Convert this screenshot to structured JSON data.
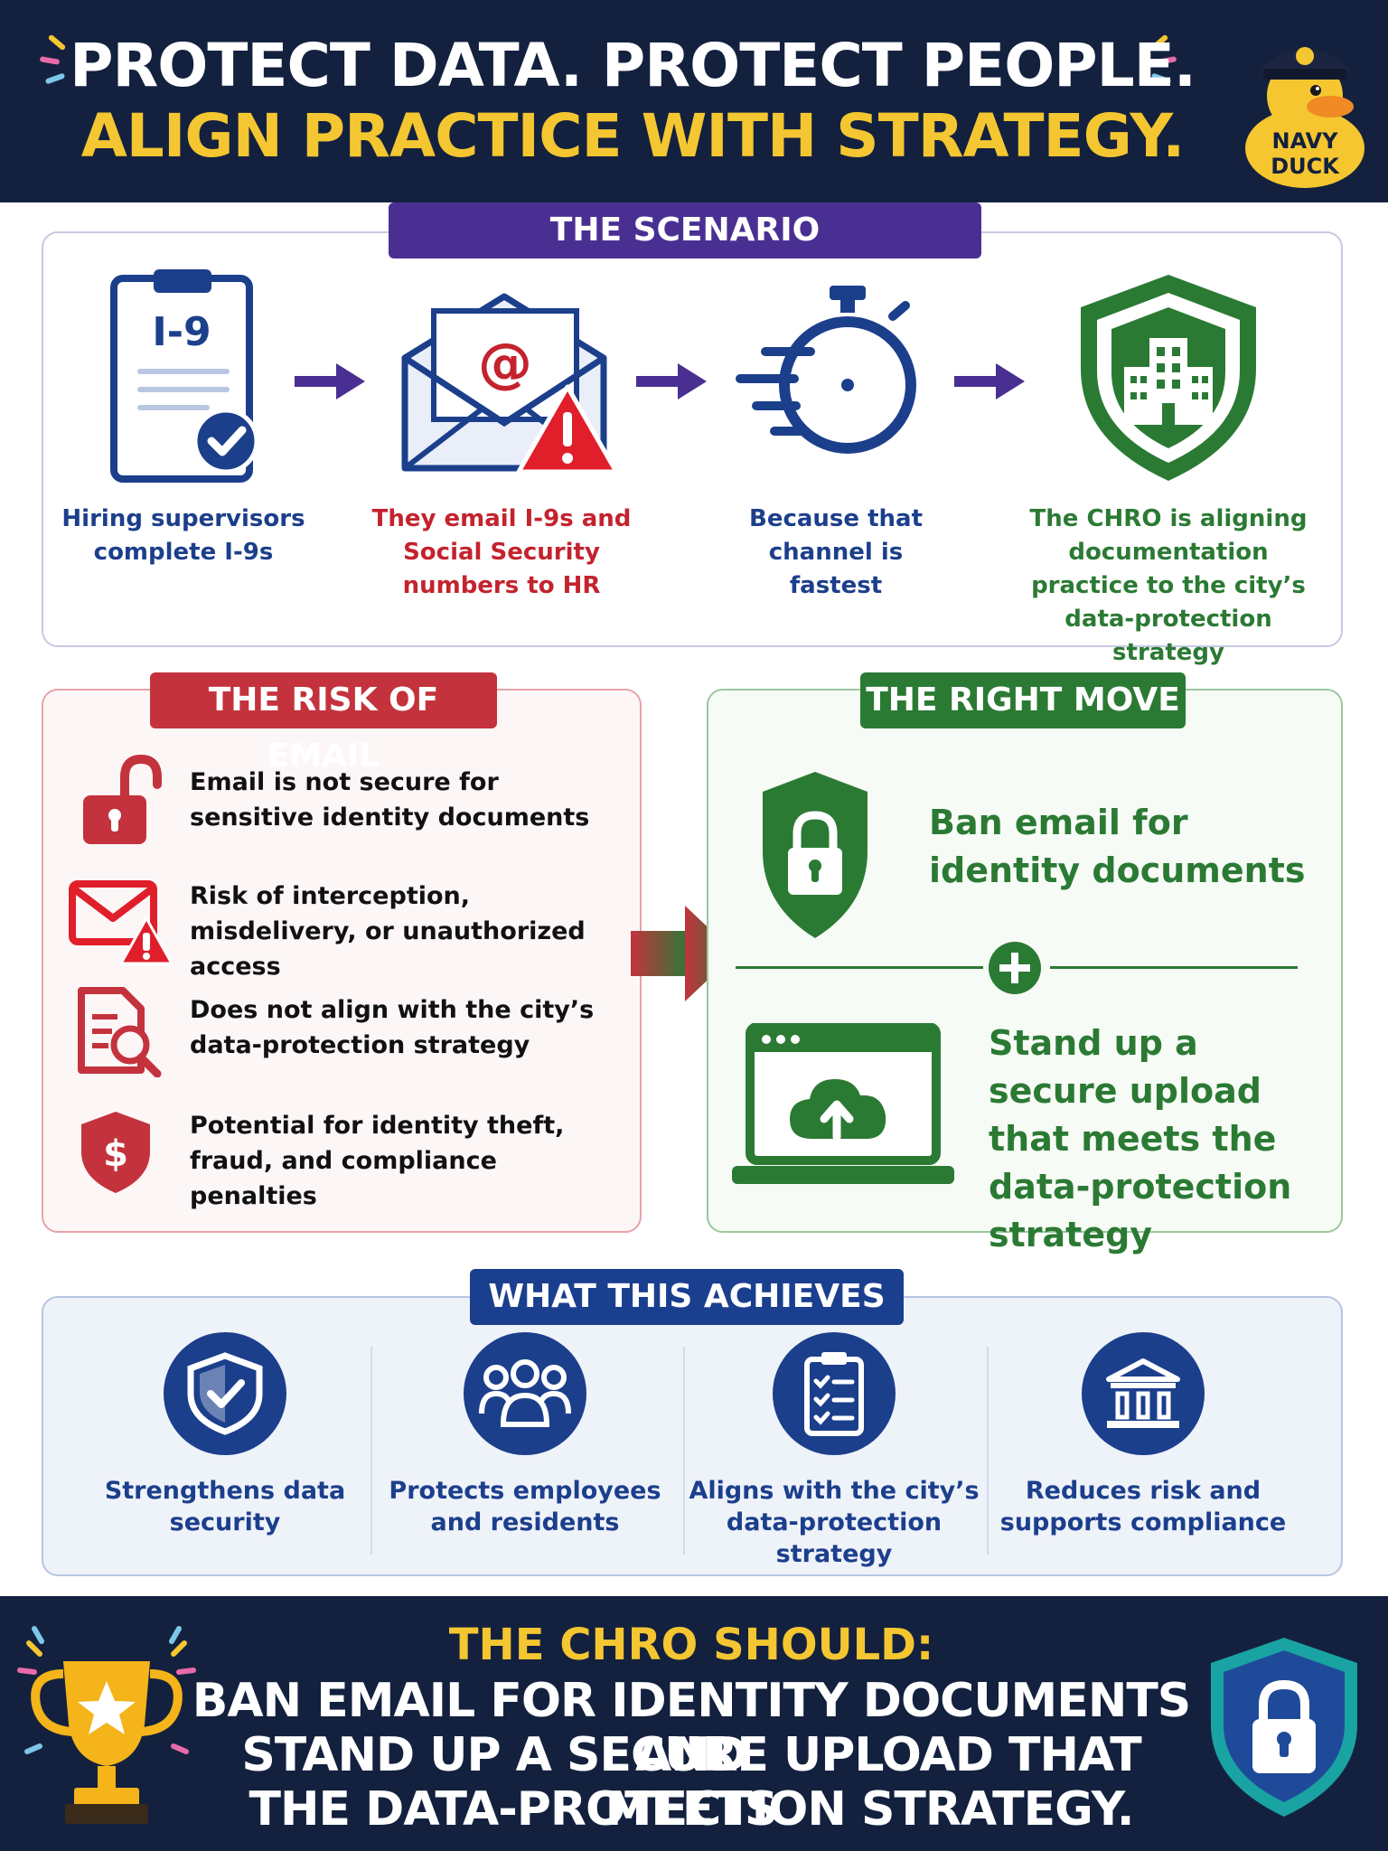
{
  "header": {
    "title_line1": "PROTECT DATA. PROTECT PEOPLE.",
    "title_line2": "ALIGN PRACTICE WITH STRATEGY.",
    "logo_text_line1": "NAVY",
    "logo_text_line2": "DUCK"
  },
  "scenario": {
    "heading": "THE SCENARIO",
    "form_label": "I-9",
    "steps": [
      {
        "text": "Hiring supervisors complete I-9s",
        "color": "#1c3f8c",
        "icon": "clipboard-check-icon"
      },
      {
        "text": "They email I-9s and Social Security numbers to HR",
        "color": "#c4232e",
        "icon": "email-warning-icon"
      },
      {
        "text": "Because that channel is fastest",
        "color": "#1c3f8c",
        "icon": "stopwatch-icon"
      },
      {
        "text": "The CHRO is aligning documentation practice to the city’s data-protection strategy",
        "color": "#2b7a34",
        "icon": "city-shield-icon"
      }
    ]
  },
  "risk": {
    "heading": "THE RISK OF EMAIL",
    "items": [
      {
        "text": "Email is not secure for sensitive identity documents",
        "icon": "unlocked-padlock-icon"
      },
      {
        "text": "Risk of interception, misdelivery, or unauthorized access",
        "icon": "email-alert-icon"
      },
      {
        "text": "Does not align with the city’s data-protection strategy",
        "icon": "document-search-icon"
      },
      {
        "text": "Potential for identity theft, fraud, and compliance penalties",
        "icon": "dollar-shield-icon"
      }
    ]
  },
  "move": {
    "heading": "THE RIGHT MOVE",
    "action1": "Ban email for identity documents",
    "action2": "Stand up a secure upload that meets the data-protection strategy"
  },
  "achieves": {
    "heading": "WHAT THIS ACHIEVES",
    "items": [
      {
        "text": "Strengthens data security",
        "icon": "shield-check-icon"
      },
      {
        "text": "Protects employees and residents",
        "icon": "people-group-icon"
      },
      {
        "text": "Aligns with the city’s data-protection strategy",
        "icon": "checklist-icon"
      },
      {
        "text": "Reduces risk and supports compliance",
        "icon": "government-building-icon"
      }
    ]
  },
  "footer": {
    "heading": "THE CHRO SHOULD:",
    "line1": "BAN EMAIL FOR IDENTITY DOCUMENTS AND",
    "line2": "STAND UP A SECURE UPLOAD THAT MEETS",
    "line3": "THE DATA-PROTECTION STRATEGY."
  },
  "colors": {
    "navy": "#13213f",
    "gold": "#f4c631",
    "purple": "#4a2f93",
    "red": "#c4333d",
    "green": "#2b7a34",
    "blue": "#1c3f8c"
  }
}
